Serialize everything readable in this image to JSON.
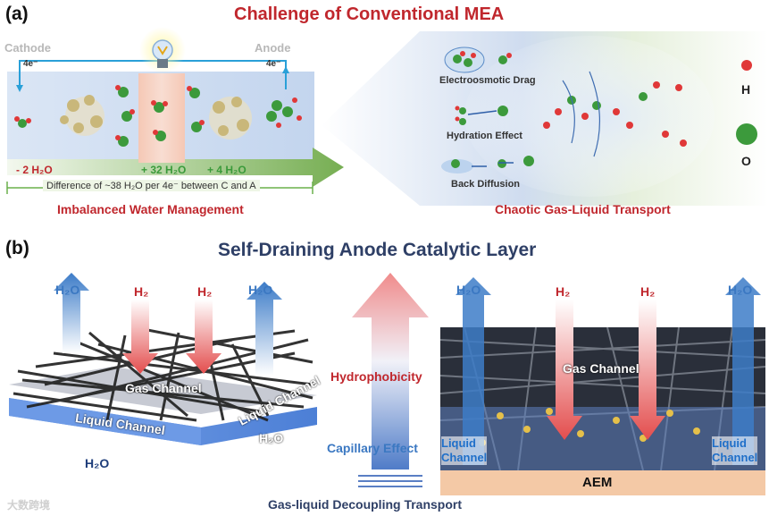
{
  "panel_a": {
    "label": "(a)",
    "title": "Challenge of Conventional MEA",
    "cathode": "Cathode",
    "anode": "Anode",
    "e_left": "4e⁻",
    "e_right": "4e⁻",
    "water_minus": "- 2 H₂O",
    "water_plus32": "+ 32 H₂O",
    "water_plus4": "+ 4 H₂O",
    "difference": "Difference of ~38 H₂O per 4e⁻ between C and A",
    "caption_left": "Imbalanced Water Management",
    "electroosmotic": "Electroosmotic Drag",
    "hydration": "Hydration Effect",
    "back_diffusion": "Back Diffusion",
    "legend_h": "H",
    "legend_o": "O",
    "caption_right": "Chaotic Gas-Liquid Transport"
  },
  "panel_b": {
    "label": "(b)",
    "title": "Self-Draining Anode Catalytic Layer",
    "h2o_1": "H₂O",
    "h2_1": "H₂",
    "h2_2": "H₂",
    "h2o_2": "H₂O",
    "gas_channel_left": "Gas Channel",
    "liquid_channel_left": "Liquid Channel",
    "liquid_channel_diag": "Liquid Channel",
    "h2o_block_right": "H₂O",
    "h2o_block_bottom": "H₂O",
    "hydrophobicity": "Hydrophobicity",
    "capillary": "Capillary Effect",
    "decoupling": "Gas-liquid Decoupling Transport",
    "h2o_r1": "H₂O",
    "h2_r1": "H₂",
    "h2_r2": "H₂",
    "h2o_r2": "H₂O",
    "gas_channel_right": "Gas Channel",
    "liquid_channel_r1_a": "Liquid",
    "liquid_channel_r1_b": "Channel",
    "liquid_channel_r2_a": "Liquid",
    "liquid_channel_r2_b": "Channel",
    "aem": "AEM"
  },
  "watermark": "大数跨境",
  "colors": {
    "red": "#c0272d",
    "navy": "#2e3f66",
    "blue": "#3b78c2",
    "green": "#3a9a3a",
    "aem": "#f4c9a6"
  }
}
